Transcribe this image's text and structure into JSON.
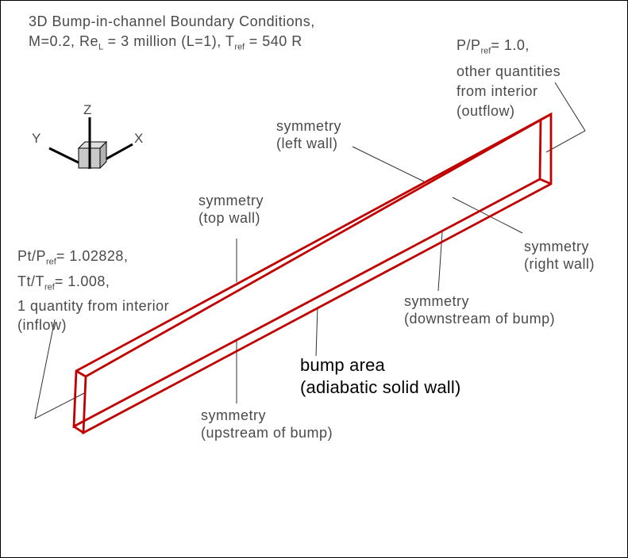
{
  "title": {
    "line1": "3D Bump-in-channel Boundary Conditions,",
    "line2": {
      "pre": "M=0.2, Re",
      "sub1": "L",
      "mid": " = 3 million (L=1), T",
      "sub2": "ref",
      "post": " = 540 R"
    }
  },
  "axes": {
    "x": "X",
    "y": "Y",
    "z": "Z"
  },
  "labels": {
    "outflow": {
      "line1": {
        "pre": "P/P",
        "sub": "ref",
        "post": "= 1.0,"
      },
      "line2": "other quantities",
      "line3": "from interior",
      "line4": "(outflow)"
    },
    "inflow": {
      "line1": {
        "pre": "Pt/P",
        "sub": "ref",
        "post": "= 1.02828,"
      },
      "line2": {
        "pre": "Tt/T",
        "sub": "ref",
        "post": "= 1.008,"
      },
      "line3": "1 quantity from interior",
      "line4": "(inflow)"
    },
    "left_wall": {
      "line1": "symmetry",
      "line2": "(left wall)"
    },
    "top_wall": {
      "line1": "symmetry",
      "line2": "(top wall)"
    },
    "right_wall": {
      "line1": "symmetry",
      "line2": "(right wall)"
    },
    "downstream": {
      "line1": "symmetry",
      "line2": "(downstream of bump)"
    },
    "upstream": {
      "line1": "symmetry",
      "line2": "(upstream of bump)"
    },
    "bump": {
      "line1": "bump area",
      "line2": "(adiabatic solid wall)"
    }
  },
  "colors": {
    "channel_edge": "#c00000",
    "leader": "#303030",
    "axis": "#000000",
    "cube_front": "#c9c9c9",
    "cube_top": "#dedede",
    "cube_right": "#b2b2b2",
    "cube_outline": "#000000",
    "background": "#ffffff",
    "border": "#000000"
  }
}
